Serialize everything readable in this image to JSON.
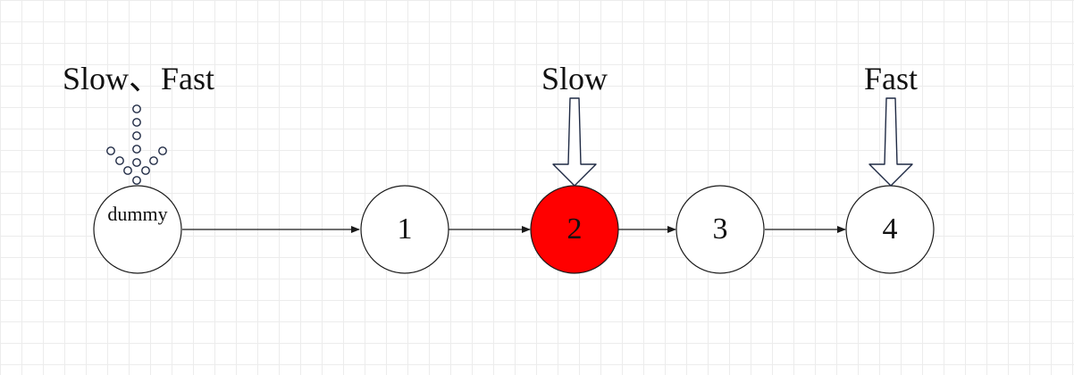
{
  "colors": {
    "node_fill": "#ffffff",
    "node_highlight": "#ff0000",
    "stroke": "#1a1a1a",
    "arrow_outline": "#1f2a44"
  },
  "pointers": {
    "start_label": "Slow、Fast",
    "slow_label": "Slow",
    "fast_label": "Fast"
  },
  "nodes": [
    {
      "label": "dummy",
      "highlight": false
    },
    {
      "label": "1",
      "highlight": false
    },
    {
      "label": "2",
      "highlight": true
    },
    {
      "label": "3",
      "highlight": false
    },
    {
      "label": "4",
      "highlight": false
    }
  ]
}
